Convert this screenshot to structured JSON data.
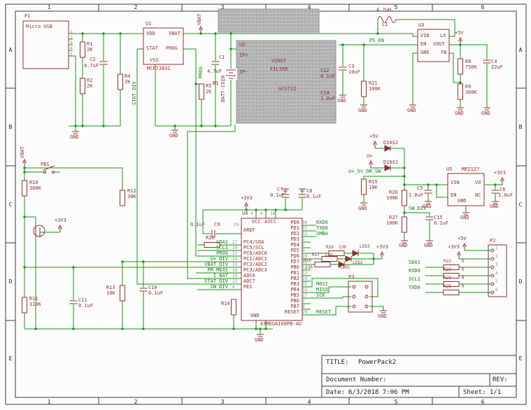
{
  "frame": {
    "cols": [
      "1",
      "2",
      "3",
      "4",
      "5",
      "6"
    ],
    "rows": [
      "A",
      "B",
      "C",
      "D",
      "E"
    ]
  },
  "title_block": {
    "title_label": "TITLE:",
    "title": "PowerPack2",
    "doc_label": "Document Number:",
    "rev_label": "REV:",
    "date_label": "Date:",
    "date": "6/3/2018 7:06 PM",
    "sheet_label": "Sheet:",
    "sheet": "1/1"
  },
  "colors": {
    "wire": "#159415",
    "symbol": "#8d3030",
    "overlay_red": "#cc1414",
    "pin_number": "#8a8a8a",
    "frame": "#3a3a3a"
  },
  "power": {
    "vbat": "VBAT",
    "gnd": "GND",
    "p5": "+5V",
    "p3": "+3V3",
    "uplus": "U+"
  },
  "nets": {
    "ps_en": "PS_EN",
    "u5_in": "U+_5V_OR_SW",
    "sw_div": "SW_DIV",
    "stat_div": "STAT_DIV",
    "prog": "PROG",
    "sda1": "SDA1",
    "scl1": "SCL1",
    "rxd0": "RXD0",
    "txd0": "TXD0"
  },
  "parts": {
    "p1": {
      "name": "P1",
      "value": "Micro USB",
      "pins": [
        "1",
        "2",
        "3",
        "4",
        "5"
      ]
    },
    "u1": {
      "name": "U1",
      "part": "MCP73831",
      "pins": {
        "vdd": "VDD",
        "vbat": "VBAT",
        "stat": "STAT",
        "prog": "PROG",
        "vss": "VSS"
      }
    },
    "r1": {
      "name": "R1",
      "value": "2K"
    },
    "r2": {
      "name": "R2",
      "value": "2K"
    },
    "r4": {
      "name": "R4",
      "value": "2K"
    },
    "r5": {
      "name": "R5",
      "value": "2K"
    },
    "c1": {
      "name": "C1",
      "value": "4.7uF"
    },
    "c2": {
      "name": "C2",
      "value": "4.7uF"
    },
    "b1": {
      "name": "B1",
      "value": "BATT-COIN"
    },
    "u2": {
      "name": "U2",
      "part": "ACS712",
      "pins": {
        "viout": "VIOUT",
        "filter": "FILTER",
        "ipp": "IP+",
        "ipm": "IP-"
      }
    },
    "c12": {
      "name": "C12",
      "value": "0.1uF"
    },
    "c14": {
      "name": "C14",
      "value": "1.0uF"
    },
    "l1": {
      "name": "L1",
      "value": "4.7uH"
    },
    "u3": {
      "name": "U3",
      "pins": {
        "vin": "VIN",
        "lx": "LX",
        "en": "EN",
        "vout": "VOUT",
        "gnd": "GND",
        "fb": "FB"
      }
    },
    "c3": {
      "name": "C3",
      "value": "10uF"
    },
    "r21": {
      "name": "R21",
      "value": "100K"
    },
    "r8": {
      "name": "R8",
      "value": "750K"
    },
    "r9": {
      "name": "R9",
      "value": "360K"
    },
    "c4": {
      "name": "C4",
      "value": "22uF"
    },
    "d16_2": {
      "name": "D16$2"
    },
    "d16_1": {
      "name": "D16$1"
    },
    "r15": {
      "name": "R15",
      "value": "10K"
    },
    "u5": {
      "name": "U5",
      "part": "MP2127",
      "pins": {
        "vin": "VIN",
        "vo": "VO",
        "en": "EN",
        "nc": "NC",
        "gnd": "GND"
      }
    },
    "c5": {
      "name": "C5",
      "value": "1.0uF"
    },
    "c6": {
      "name": "C6",
      "value": "1.0uF"
    },
    "c15": {
      "name": "C15",
      "value": "0.1uF"
    },
    "r26": {
      "name": "R26",
      "value": "100K"
    },
    "r27": {
      "name": "R27",
      "value": "100K"
    },
    "c7": {
      "name": "C7",
      "value": "0.1uF"
    },
    "c8": {
      "name": "C8",
      "value": "0.1uF"
    },
    "c9": {
      "name": "C9",
      "value": "0.1uF"
    },
    "r20": {
      "name": "R20"
    },
    "r14": {
      "name": "R14"
    },
    "r10": {
      "name": "R10",
      "value": "360K"
    },
    "r11": {
      "name": "R11",
      "value": "110K"
    },
    "r12": {
      "name": "R12",
      "value": "30K"
    },
    "r13": {
      "name": "R13",
      "value": "10K"
    },
    "c10": {
      "name": "C10",
      "value": "0.1uF"
    },
    "c11": {
      "name": "C11",
      "value": "0.1uF"
    },
    "pb1": {
      "name": "PB1"
    },
    "r16": {
      "name": "R16",
      "value": "130"
    },
    "r17": {
      "name": "R17",
      "value": "130"
    },
    "r18": {
      "name": "R18",
      "value": "130"
    },
    "led1": {
      "name": "LED1"
    },
    "led2": {
      "name": "LED2"
    },
    "led3": {
      "name": "LED3"
    },
    "p3": {
      "name": "P3"
    },
    "p2": {
      "name": "P2",
      "pins": [
        "1",
        "2",
        "3",
        "4",
        "5",
        "6"
      ]
    },
    "r22": {
      "name": "R22",
      "value": "0"
    },
    "r23": {
      "name": "R23",
      "value": "0"
    },
    "r24": {
      "name": "R24",
      "value": "0"
    },
    "r25": {
      "name": "R25",
      "value": "0"
    }
  },
  "u4": {
    "name": "U4",
    "part": "ATMEGA168PB-AU",
    "vcc": "VCC",
    "avcc": "AVCC",
    "aref": "AREF",
    "aref_pin": "20",
    "gnd": "GND",
    "top_pins": [
      "4",
      "6",
      "18"
    ],
    "left_rows": [
      {
        "net": "SDA1",
        "pin": "27",
        "inner": "PC4/SDA"
      },
      {
        "net": "SCL1",
        "pin": "28",
        "inner": "PC5/SCL"
      },
      {
        "net": "PROG",
        "pin": "23",
        "inner": "PC0/ADC0"
      },
      {
        "net": "U+_DIV",
        "pin": "24",
        "inner": "PC1/ADC1"
      },
      {
        "net": "VBAT_DIV",
        "pin": "25",
        "inner": "PC2/ADC2"
      },
      {
        "net": "PR_MEAS",
        "pin": "26",
        "inner": "PC3/ADC3"
      },
      {
        "net": "I_BAT",
        "pin": "19",
        "inner": "ADC6"
      },
      {
        "net": "STAT_DIV",
        "pin": "22",
        "inner": "ADC7"
      },
      {
        "net": "SW_DIV",
        "pin": "6",
        "inner": "PE1"
      }
    ],
    "right_rows": [
      {
        "inner": "PD0",
        "pin": "30",
        "net": "RXD0"
      },
      {
        "inner": "PD1",
        "pin": "31",
        "net": "TXD0"
      },
      {
        "inner": "PD2",
        "pin": "32",
        "net": "SMBA"
      },
      {
        "inner": "PD3",
        "pin": "1",
        "net": ""
      },
      {
        "inner": "PD4",
        "pin": "2",
        "net": ""
      },
      {
        "inner": "PD5",
        "pin": "9",
        "net": ""
      },
      {
        "inner": "PD6",
        "pin": "10",
        "net": ""
      },
      {
        "inner": "PD7",
        "pin": "11",
        "net": ""
      },
      {
        "inner": "PB0",
        "pin": "12",
        "net": ""
      },
      {
        "inner": "PB1",
        "pin": "13",
        "net": ""
      },
      {
        "inner": "PB2",
        "pin": "14",
        "net": ""
      },
      {
        "inner": "PB3",
        "pin": "15",
        "net": "MOSI"
      },
      {
        "inner": "PB4",
        "pin": "16",
        "net": "MISO"
      },
      {
        "inner": "PB5",
        "pin": "17",
        "net": "SCK"
      },
      {
        "inner": "PB6",
        "pin": "7",
        "net": ""
      },
      {
        "inner": "PB7",
        "pin": "8",
        "net": ""
      },
      {
        "inner": "RESET",
        "pin": "29",
        "net": "RESET"
      }
    ]
  }
}
